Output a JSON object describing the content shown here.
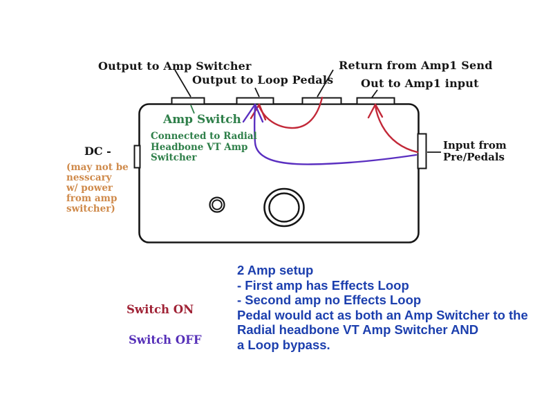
{
  "labels": {
    "output_amp_switcher": "Output to Amp Switcher",
    "output_loop_pedals": "Output to Loop Pedals",
    "return_amp1_send": "Return from Amp1 Send",
    "out_amp1_input": "Out to Amp1 input",
    "amp_switch": "Amp Switch",
    "amp_switch_note_lines": [
      "Connected to Radial",
      "Headbone VT Amp",
      "Switcher"
    ],
    "dc": "DC -",
    "dc_note_lines": [
      "(may not be",
      "nesscary",
      "w/ power",
      "from amp",
      "switcher)"
    ],
    "input_lines": [
      "Input from",
      "Pre/Pedals"
    ]
  },
  "legend": {
    "switch_on": "Switch ON",
    "switch_off": "Switch OFF"
  },
  "notes": {
    "lines": [
      "2 Amp setup",
      "- First amp has Effects Loop",
      "- Second amp no Effects Loop",
      "Pedal would act as both an Amp Switcher to the",
      "Radial headbone VT Amp Switcher AND",
      "a Loop bypass."
    ]
  },
  "colors": {
    "label_black": "#161616",
    "green": "#2e7f49",
    "orange": "#cf8a4b",
    "blue": "#1c3fae",
    "switch_on_red": "#a02336",
    "switch_off_purple": "#5630b8",
    "arrow_red": "#c22838",
    "arrow_purple": "#5a2fc0"
  }
}
